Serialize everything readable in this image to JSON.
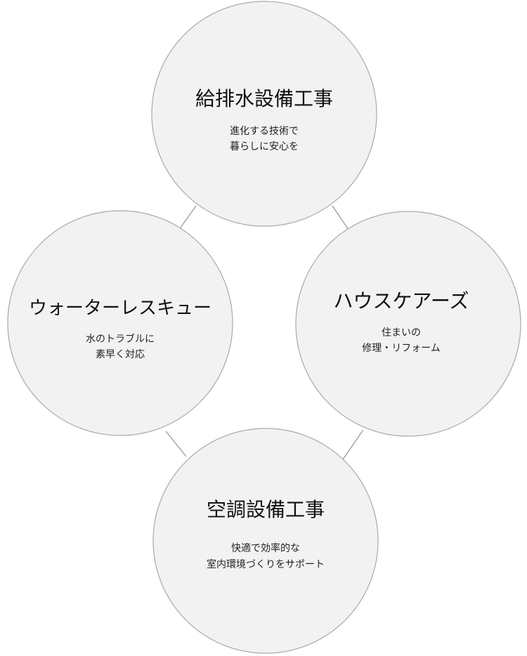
{
  "nodes": {
    "top": {
      "title": "給排水設備工事",
      "line1": "進化する技術で",
      "line2": "暮らしに安心を"
    },
    "left": {
      "title": "ウォーターレスキュー",
      "line1": "水のトラブルに",
      "line2": "素早く対応"
    },
    "right": {
      "title": "ハウスケアーズ",
      "line1": "住まいの",
      "line2": "修理・リフォーム"
    },
    "bottom": {
      "title": "空調設備工事",
      "line1": "快適で効率的な",
      "line2": "室内環境づくりをサポート"
    }
  },
  "colors": {
    "circle_fill": "#f2f2f2",
    "circle_stroke": "#a9a9a9",
    "connector": "#9a9a9a"
  }
}
